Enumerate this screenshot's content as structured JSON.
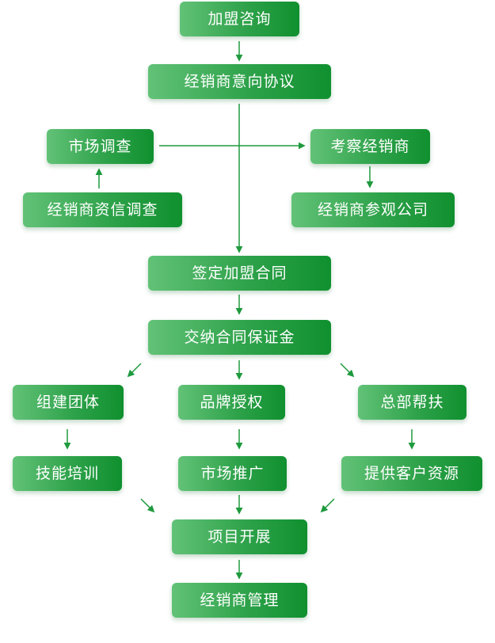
{
  "nodes": {
    "inquiry": "加盟咨询",
    "intent": "经销商意向协议",
    "market_survey": "市场调查",
    "credit_survey": "经销商资信调查",
    "inspect": "考察经销商",
    "visit": "经销商参观公司",
    "sign": "签定加盟合同",
    "deposit": "交纳合同保证金",
    "team": "组建团体",
    "brand": "品牌授权",
    "support": "总部帮扶",
    "training": "技能培训",
    "promotion": "市场推广",
    "resources": "提供客户资源",
    "project": "项目开展",
    "management": "经销商管理"
  },
  "colors": {
    "box_light": "#62c277",
    "box_dark": "#10902f",
    "arrow": "#1f9a3e"
  }
}
